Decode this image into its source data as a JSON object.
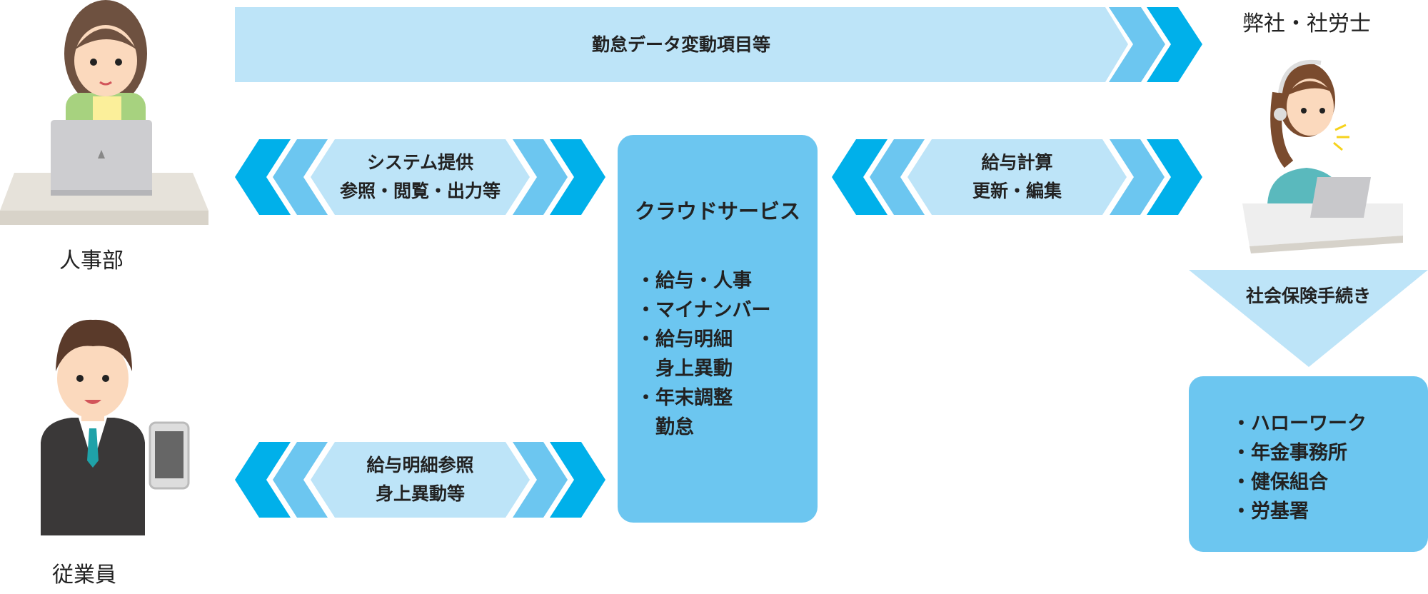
{
  "actors": {
    "hr": "人事部",
    "employee": "従業員",
    "provider": "弊社・社労士"
  },
  "flows": {
    "top": "勤怠データ変動項目等",
    "system_line1": "システム提供",
    "system_line2": "参照・閲覧・出力等",
    "payroll_line1": "給与計算",
    "payroll_line2": "更新・編集",
    "payslip_line1": "給与明細参照",
    "payslip_line2": "身上異動等",
    "social": "社会保険手続き"
  },
  "cloud": {
    "title": "クラウドサービス",
    "items": [
      "・給与・人事",
      "・マイナンバー",
      "・給与明細",
      "　身上異動",
      "・年末調整",
      "　勤怠"
    ]
  },
  "offices": [
    "・ハローワーク",
    "・年金事務所",
    "・健保組合",
    "・労基署"
  ],
  "colors": {
    "dark": "#00b0ea",
    "mid": "#6cc6f0",
    "pale": "#bde4f8"
  }
}
